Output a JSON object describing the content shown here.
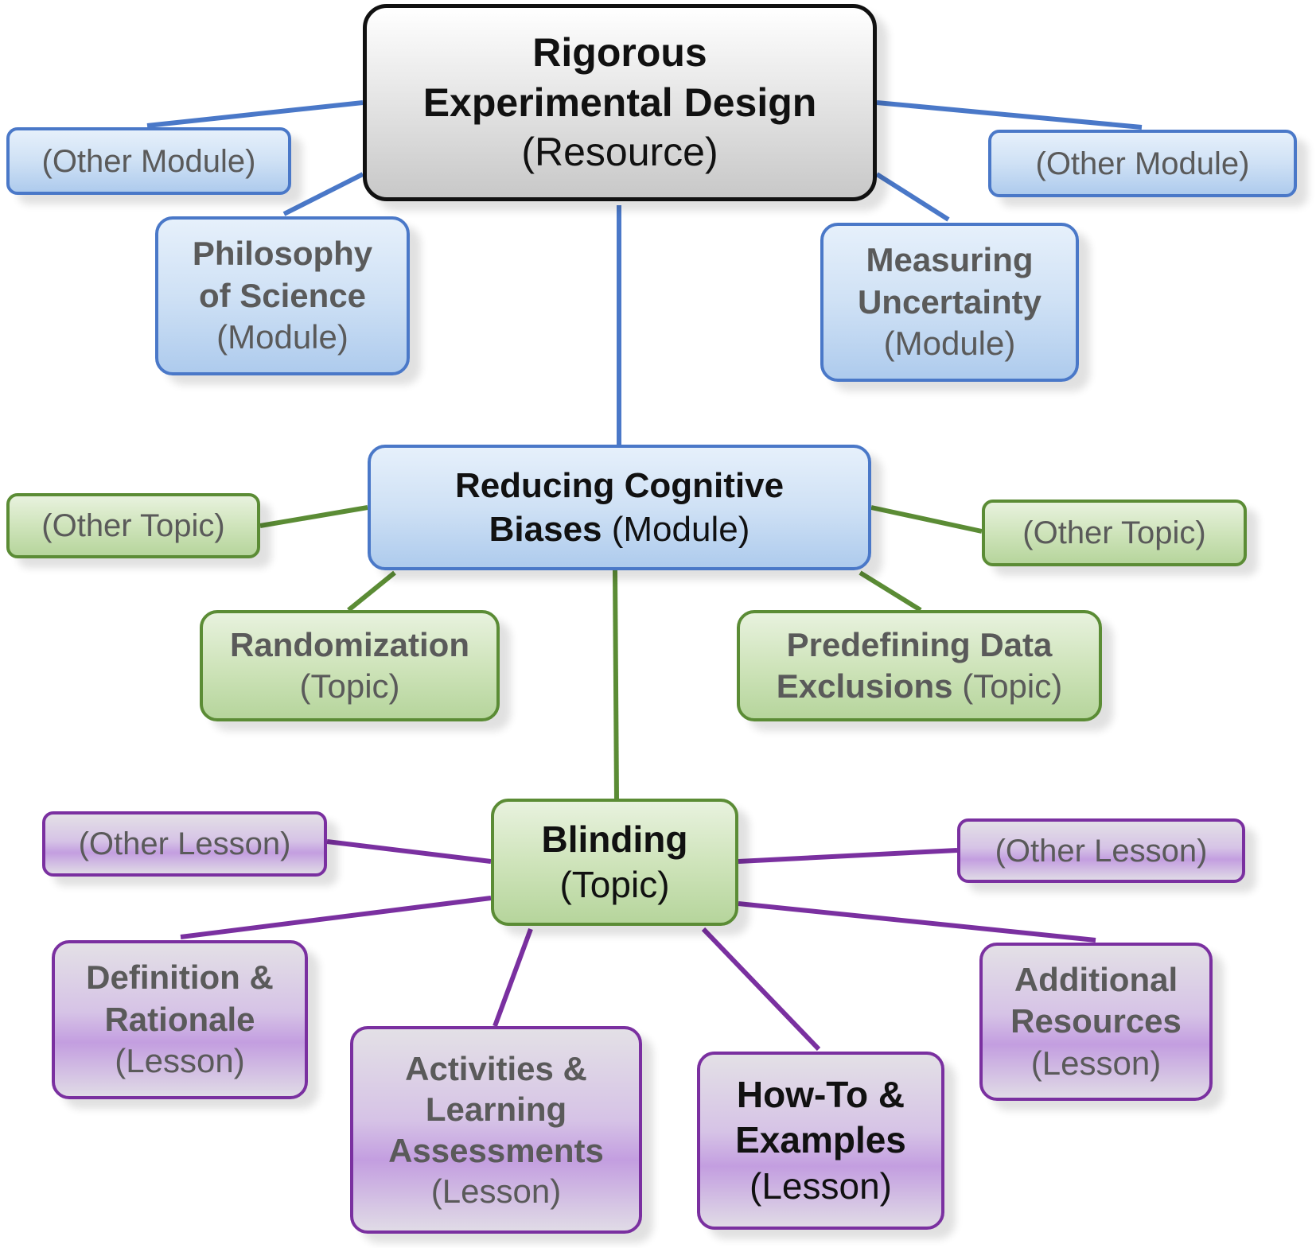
{
  "colors": {
    "resource": "#111111",
    "module": "#4a78c8",
    "topic": "#5b8c35",
    "lesson": "#7a30a0"
  },
  "root": {
    "title_1": "Rigorous",
    "title_2": "Experimental Design",
    "type": "(Resource)"
  },
  "modules": {
    "other_left": "(Other Module)",
    "other_right": "(Other Module)",
    "philosophy": {
      "line1": "Philosophy",
      "line2": "of Science",
      "type": "(Module)"
    },
    "measuring": {
      "line1": "Measuring",
      "line2": "Uncertainty",
      "type": "(Module)"
    },
    "reducing": {
      "line1": "Reducing Cognitive",
      "line2": "Biases",
      "type": "(Module)"
    }
  },
  "topics": {
    "other_left": "(Other Topic)",
    "other_right": "(Other Topic)",
    "randomization": {
      "line1": "Randomization",
      "type": "(Topic)"
    },
    "predefining": {
      "line1": "Predefining Data",
      "line2": "Exclusions",
      "type": "(Topic)"
    },
    "blinding": {
      "line1": "Blinding",
      "type": "(Topic)"
    }
  },
  "lessons": {
    "other_left": "(Other Lesson)",
    "other_right": "(Other Lesson)",
    "definition": {
      "line1": "Definition &",
      "line2": "Rationale",
      "type": "(Lesson)"
    },
    "activities": {
      "line1": "Activities &",
      "line2": "Learning",
      "line3": "Assessments",
      "type": "(Lesson)"
    },
    "howto": {
      "line1": "How-To &",
      "line2": "Examples",
      "type": "(Lesson)"
    },
    "additional": {
      "line1": "Additional",
      "line2": "Resources",
      "type": "(Lesson)"
    }
  }
}
